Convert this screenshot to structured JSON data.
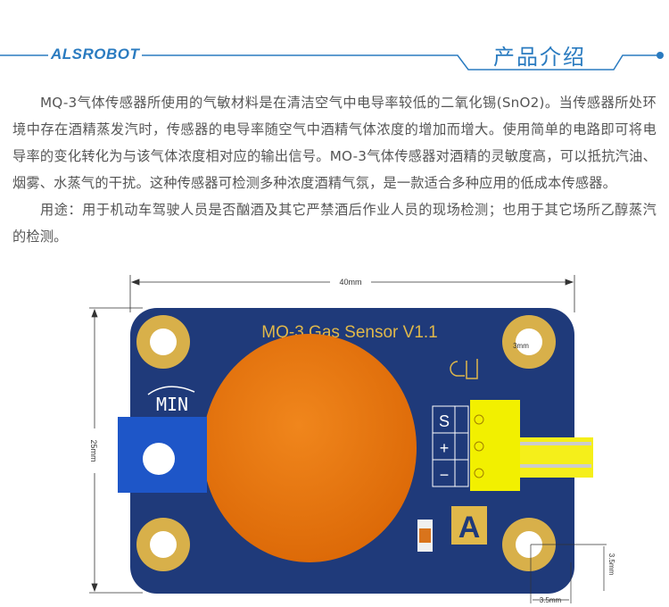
{
  "header": {
    "logo": "ALSROBOT",
    "section_title": "产品介绍",
    "accent_color": "#2a7bc0"
  },
  "body": {
    "paragraphs": [
      "MQ-3气体传感器所使用的气敏材料是在清洁空气中电导率较低的二氧化锡(SnO2)。当传感器所处环境中存在酒精蒸发汽时，传感器的电导率随空气中酒精气体浓度的增加而增大。使用简单的电路即可将电导率的变化转化为与该气体浓度相对应的输出信号。MO-3气体传感器对酒精的灵敏度高，可以抵抗汽油、烟雾、水蒸气的干扰。这种传感器可检测多种浓度酒精气氛，是一款适合多种应用的低成本传感器。",
      "用途：用于机动车驾驶人员是否酗酒及其它严禁酒后作业人员的现场检测；也用于其它场所乙醇蒸汽的检测。"
    ]
  },
  "board": {
    "title": "MQ-3 Gas Sensor V1.1",
    "pot_label": "MIN",
    "pins": [
      "S",
      "+",
      "−"
    ],
    "badge": "A",
    "dim_width": "40mm",
    "dim_height": "25mm",
    "dim_hole": "3mm",
    "dim_offset_y": "3.5mm",
    "dim_offset_x": "3.5mm"
  }
}
